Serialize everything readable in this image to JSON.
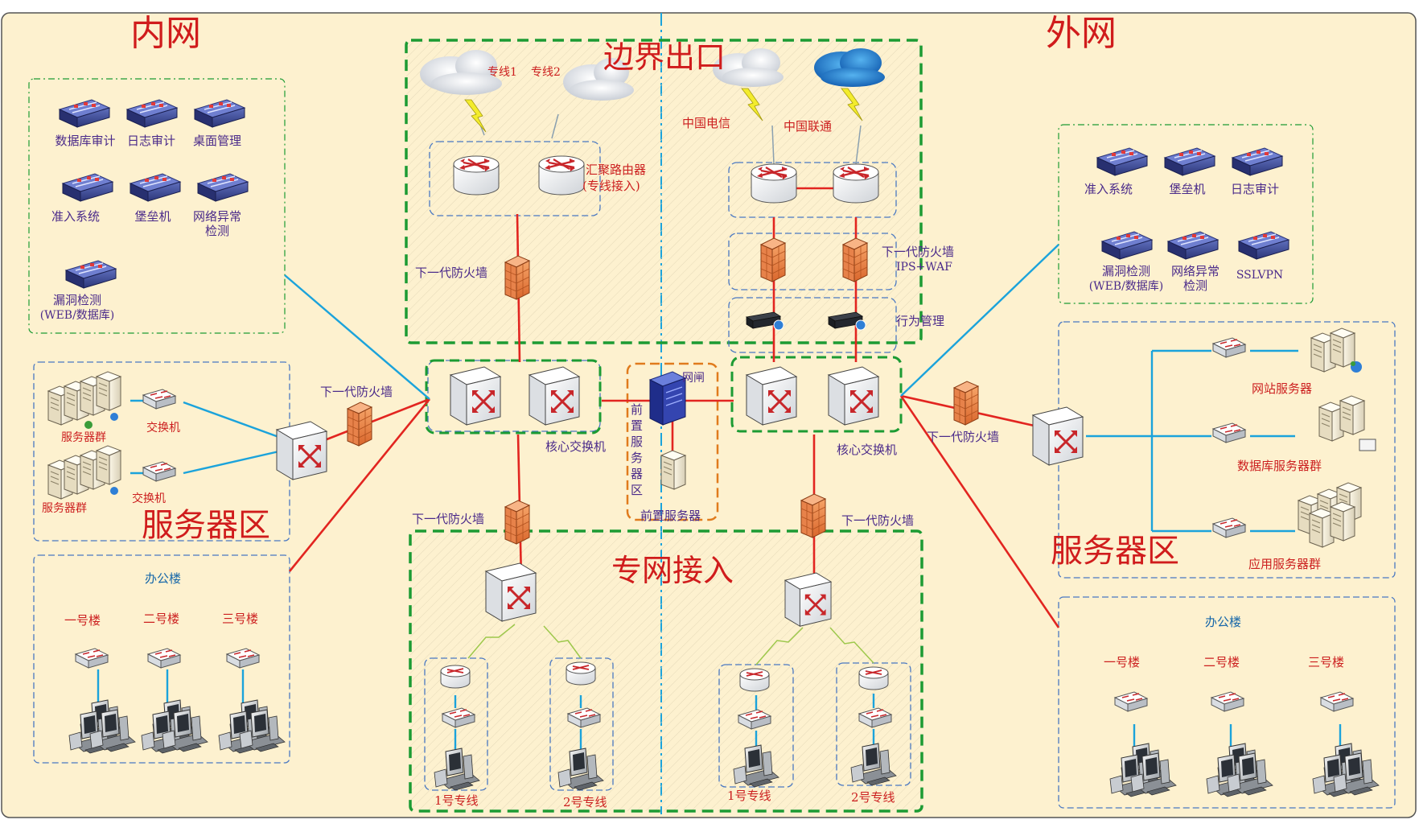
{
  "zones": {
    "inner": "内网",
    "outer": "外网",
    "border": "边界出口",
    "private": "专网接入",
    "server_left": "服务器区",
    "server_right": "服务器区"
  },
  "left_security": [
    "数据库审计",
    "日志审计",
    "桌面管理",
    "准入系统",
    "堡垒机",
    "网络异常",
    "检测",
    "漏洞检测",
    "(WEB/数据库)"
  ],
  "right_security": [
    "准入系统",
    "堡垒机",
    "日志审计",
    "漏洞检测",
    "(WEB/数据库)",
    "网络异常",
    "检测",
    "SSLVPN"
  ],
  "labels": {
    "line1": "专线1",
    "line2": "专线2",
    "agg_router": "汇聚路由器",
    "agg_router_sub": "(专线接入)",
    "telecom": "中国电信",
    "unicom": "中国联通",
    "ngfw": "下一代防火墙",
    "ips_waf": "IPS+WAF",
    "behavior": "行为管理",
    "core_switch": "核心交换机",
    "gatekeeper": "网闸",
    "front_zone": [
      "前",
      "置",
      "服",
      "务",
      "器",
      "区"
    ],
    "front_server": "前置服务器",
    "server_group": "服务器群",
    "switch": "交换机",
    "office": "办公楼",
    "b1": "一号楼",
    "b2": "二号楼",
    "b3": "三号楼",
    "pl1": "1号专线",
    "pl2": "2号专线",
    "web_servers": "网站服务器",
    "db_servers": "数据库服务器群",
    "app_servers": "应用服务器群"
  },
  "colors": {
    "background": "#fdf1cf",
    "green_dash": "#1c9b33",
    "blue_dash": "#4a78c2",
    "red_line": "#e22520",
    "blue_line": "#1ba3db",
    "label_red": "#cc1f1f",
    "label_purple": "#4a2a8a",
    "label_blue": "#1566a9"
  }
}
